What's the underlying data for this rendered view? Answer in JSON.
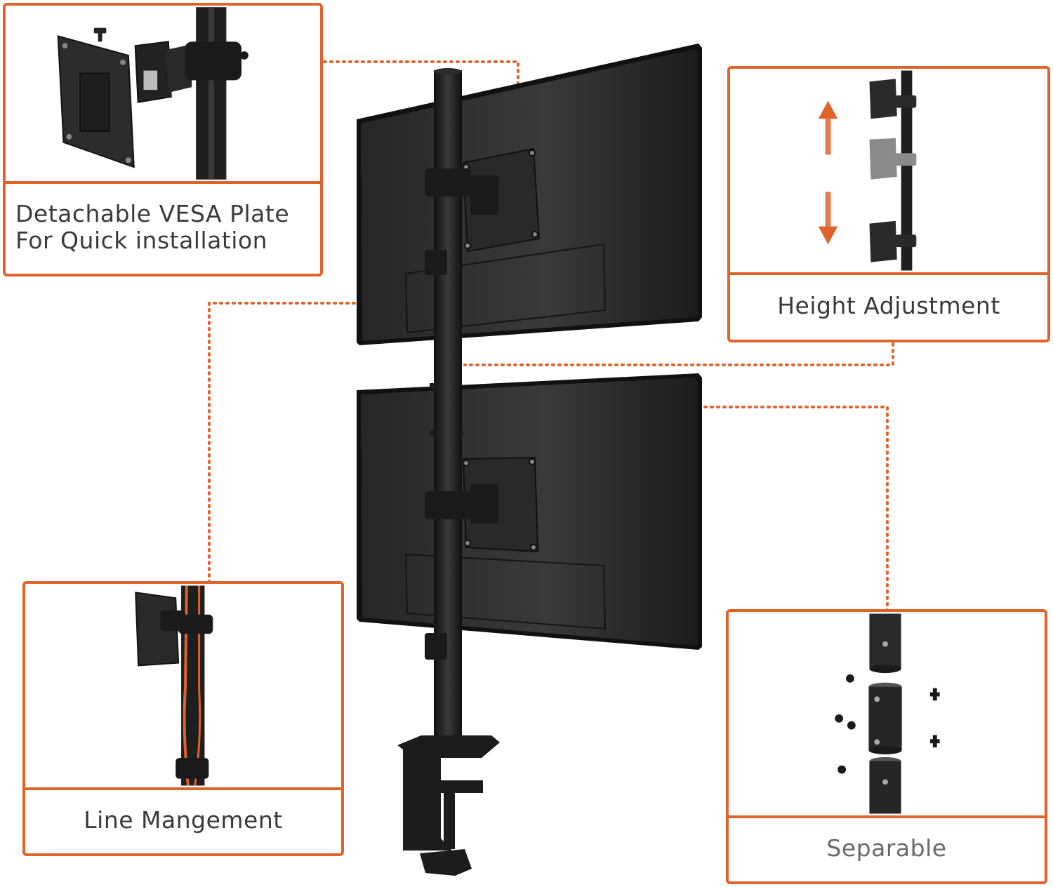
{
  "colors": {
    "accent": "#e0632a",
    "product": "#1f1f1f",
    "caption_text": "#3a3a3a"
  },
  "callouts": {
    "vesa": {
      "line1": "Detachable VESA Plate",
      "line2": "For Quick installation"
    },
    "height": {
      "label": "Height Adjustment"
    },
    "line": {
      "label": "Line Mangement"
    },
    "separable": {
      "label": "Separable"
    }
  },
  "icons": [
    "up-arrow-icon",
    "down-arrow-icon",
    "screw-icon"
  ]
}
